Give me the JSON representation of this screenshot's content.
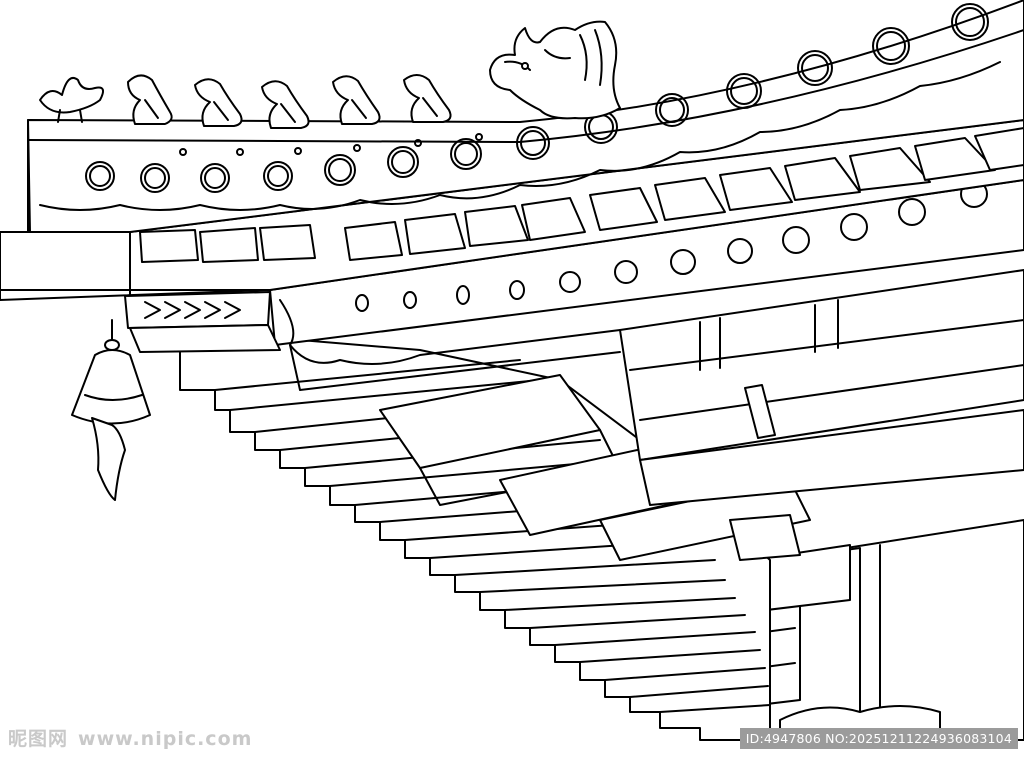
{
  "watermark": {
    "brand": "昵图网",
    "url": "www.nipic.com",
    "image_id": "ID:4947806 NO:20251211224936083104"
  }
}
